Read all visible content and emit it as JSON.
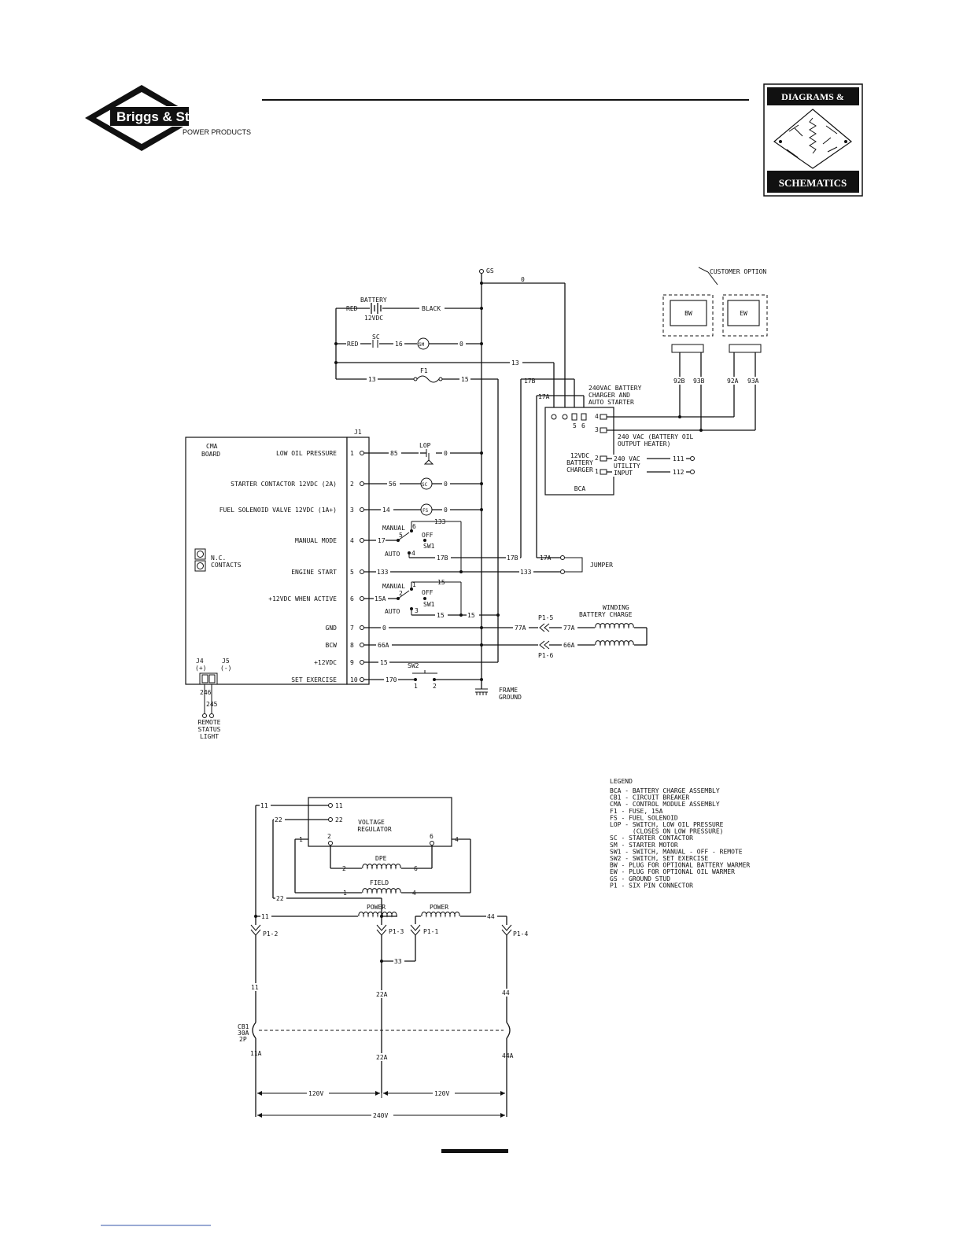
{
  "header": {
    "brand_name": "Briggs & Stratton",
    "brand_sub": "POWER PRODUCTS",
    "badge_top": "DIAGRAMS &",
    "badge_bottom": "SCHEMATICS"
  },
  "upper": {
    "gs": "GS",
    "customer_option": "CUSTOMER OPTION",
    "bw": "BW",
    "ew": "EW",
    "battery": "BATTERY",
    "battery_v": "12VDC",
    "red": "RED",
    "black": "BLACK",
    "sc": "SC",
    "sm": "SM",
    "sc_sym": "SC",
    "fs_sym": "FS",
    "f1": "F1",
    "lop": "LOP",
    "j1": "J1",
    "cma_board_1": "CMA",
    "cma_board_2": "BOARD",
    "nc_1": "N.C.",
    "nc_2": "CONTACTS",
    "j4": "J4",
    "j4p": "(+)",
    "j5": "J5",
    "j5m": "(-)",
    "remote_1": "REMOTE",
    "remote_2": "STATUS",
    "remote_3": "LIGHT",
    "manual": "MANUAL",
    "auto": "AUTO",
    "off": "OFF",
    "sw1": "SW1",
    "sw2": "SW2",
    "jumper": "JUMPER",
    "frame_1": "FRAME",
    "frame_2": "GROUND",
    "winding_1": "WINDING",
    "winding_2": "BATTERY CHARGE",
    "p1_5": "P1-5",
    "p1_6": "P1-6",
    "bca_title_1": "240VAC BATTERY",
    "bca_title_2": "CHARGER AND",
    "bca_title_3": "AUTO STARTER",
    "bca_inner_1": "12VDC",
    "bca_inner_2": "BATTERY",
    "bca_inner_3": "CHARGER",
    "bca": "BCA",
    "heater_1": "240 VAC (BATTERY OIL",
    "heater_2": "OUTPUT  HEATER)",
    "utility_1": "240 VAC",
    "utility_2": "UTILITY",
    "utility_3": "INPUT",
    "functions": [
      {
        "pin": "1",
        "label": "LOW OIL PRESSURE"
      },
      {
        "pin": "2",
        "label": "STARTER CONTACTOR 12VDC (2A)"
      },
      {
        "pin": "3",
        "label": "FUEL SOLENOID VALVE 12VDC (1A+)"
      },
      {
        "pin": "4",
        "label": "MANUAL MODE"
      },
      {
        "pin": "5",
        "label": "ENGINE START"
      },
      {
        "pin": "6",
        "label": "+12VDC WHEN ACTIVE"
      },
      {
        "pin": "7",
        "label": "GND"
      },
      {
        "pin": "8",
        "label": "BCW"
      },
      {
        "pin": "9",
        "label": "+12VDC"
      },
      {
        "pin": "10",
        "label": "SET EXERCISE"
      }
    ],
    "wires": {
      "w0": "0",
      "w13": "13",
      "w15": "15",
      "w16": "16",
      "w17b": "17B",
      "w17a": "17A",
      "w85": "85",
      "w56": "56",
      "w14": "14",
      "w17": "17",
      "w133": "133",
      "w15a": "15A",
      "w66a": "66A",
      "w77a": "77A",
      "w170": "170",
      "w246": "246",
      "w245": "245",
      "w92b": "92B",
      "w93b": "93B",
      "w92a": "92A",
      "w93a": "93A",
      "w111": "111",
      "w112": "112",
      "n1": "1",
      "n2": "2",
      "n3": "3",
      "n4": "4",
      "n5": "5",
      "n6": "6"
    }
  },
  "lower": {
    "vr_1": "VOLTAGE",
    "vr_2": "REGULATOR",
    "dpe": "DPE",
    "field": "FIELD",
    "power": "POWER",
    "p1_1": "P1-1",
    "p1_2": "P1-2",
    "p1_3": "P1-3",
    "p1_4": "P1-4",
    "cb1_1": "CB1",
    "cb1_2": "30A",
    "cb1_3": "2P",
    "v120": "120V",
    "v240": "240V",
    "w11": "11",
    "w22": "22",
    "w33": "33",
    "w44": "44",
    "w11a": "11A",
    "w22a": "22A",
    "w44a": "44A",
    "n1": "1",
    "n2": "2",
    "n4": "4",
    "n6": "6"
  },
  "legend": {
    "title": "LEGEND",
    "items": [
      "BCA - BATTERY CHARGE ASSEMBLY",
      "CB1 - CIRCUIT BREAKER",
      "CMA - CONTROL MODULE ASSEMBLY",
      "F1 - FUSE, 15A",
      "FS - FUEL SOLENOID",
      "LOP - SWITCH, LOW OIL PRESSURE",
      "      (CLOSES ON LOW PRESSURE)",
      "SC - STARTER CONTACTOR",
      "SM - STARTER MOTOR",
      "SW1 - SWITCH, MANUAL - OFF - REMOTE",
      "SW2 - SWITCH, SET EXERCISE",
      "BW - PLUG FOR OPTIONAL BATTERY WARMER",
      "EW - PLUG FOR OPTIONAL OIL WARMER",
      "GS - GROUND STUD",
      "P1 - SIX PIN CONNECTOR"
    ]
  }
}
